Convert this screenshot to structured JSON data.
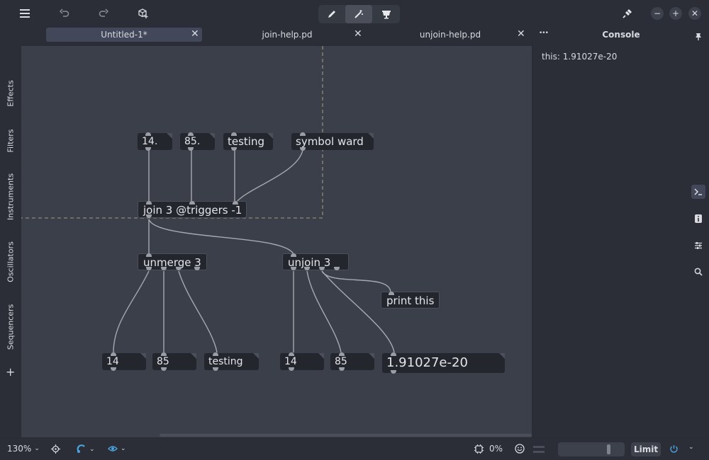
{
  "toolbar": {
    "menu_icon": "hamburger-icon",
    "undo_icon": "undo-icon",
    "redo_icon": "redo-icon",
    "add_object_icon": "add-object-icon",
    "modes": [
      "edit-pencil-icon",
      "interact-wand-icon",
      "presentation-icon"
    ],
    "active_mode": 1
  },
  "tabs": [
    {
      "label": "Untitled-1*",
      "active": true
    },
    {
      "label": "join-help.pd",
      "active": false
    },
    {
      "label": "unjoin-help.pd",
      "active": false
    }
  ],
  "tab_close_glyph": "✕",
  "new_tab_glyph": "+",
  "sidebar": {
    "items": [
      "Effects",
      "Filters",
      "Instruments",
      "Oscillators",
      "Sequencers"
    ],
    "add_glyph": "+"
  },
  "patch": {
    "atoms_top": [
      "14.",
      "85.",
      "testing",
      "symbol ward"
    ],
    "join": "join 3 @triggers -1",
    "unmerge": "unmerge 3",
    "unjoin": "unjoin 3",
    "print": "print this",
    "atoms_left": [
      "14",
      "85",
      "testing"
    ],
    "atoms_right": [
      "14",
      "85",
      "1.91027e-20"
    ]
  },
  "console": {
    "title": "Console",
    "menu_glyph": "•••",
    "lines": [
      "this: 1.91027e-20"
    ]
  },
  "status": {
    "zoom": "130%",
    "cpu": "0%",
    "limit": "Limit"
  },
  "colors": {
    "bg": "#2a2d35",
    "canvas": "#3b3f49",
    "object": "#23262d",
    "accent": "#4aa3df"
  }
}
